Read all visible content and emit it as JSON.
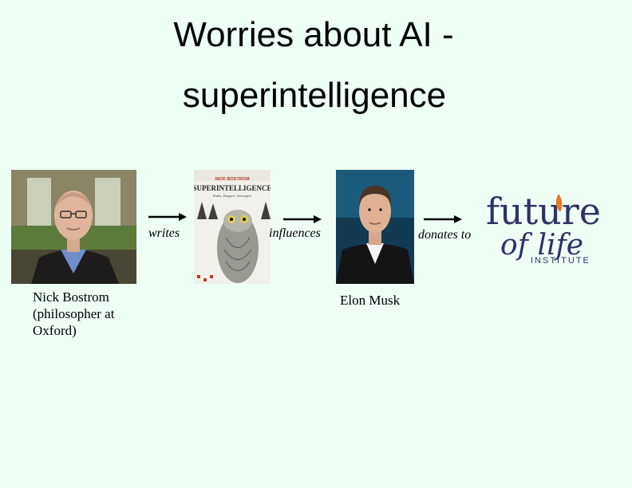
{
  "slide": {
    "title_line1": "Worries about AI -",
    "title_line2": "superintelligence"
  },
  "bostrom": {
    "caption_line1": "Nick Bostrom",
    "caption_line2": "(philosopher at",
    "caption_line3": "Oxford)"
  },
  "book": {
    "author": "NICK BOSTROM",
    "title": "SUPERINTELLIGENCE",
    "subtitle": "Paths, Dangers, Strategies"
  },
  "musk": {
    "caption": "Elon Musk"
  },
  "relations": {
    "writes": "writes",
    "influences": "influences",
    "donates_to": "donates to"
  },
  "fli_logo": {
    "word1": "future",
    "word2": "of life",
    "word3": "INSTITUTE",
    "colors": {
      "navy": "#2c3366",
      "flame": "#e87a2a"
    }
  }
}
